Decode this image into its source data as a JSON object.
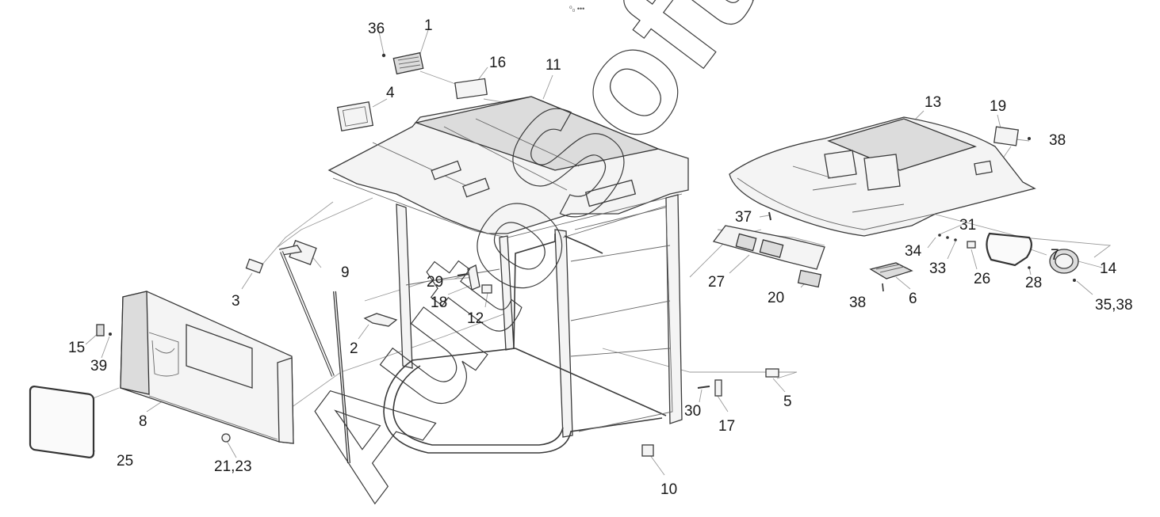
{
  "callouts": [
    {
      "id": "c36",
      "text": "36"
    },
    {
      "id": "c1",
      "text": "1"
    },
    {
      "id": "c16",
      "text": "16"
    },
    {
      "id": "c11",
      "text": "11"
    },
    {
      "id": "c4",
      "text": "4"
    },
    {
      "id": "c13",
      "text": "13"
    },
    {
      "id": "c19",
      "text": "19"
    },
    {
      "id": "c38a",
      "text": "38"
    },
    {
      "id": "c37",
      "text": "37"
    },
    {
      "id": "c31",
      "text": "31"
    },
    {
      "id": "c34",
      "text": "34"
    },
    {
      "id": "c33",
      "text": "33"
    },
    {
      "id": "c7",
      "text": "7"
    },
    {
      "id": "c14",
      "text": "14"
    },
    {
      "id": "c26",
      "text": "26"
    },
    {
      "id": "c28",
      "text": "28"
    },
    {
      "id": "c27",
      "text": "27"
    },
    {
      "id": "c20",
      "text": "20"
    },
    {
      "id": "c38b",
      "text": "38"
    },
    {
      "id": "c6",
      "text": "6"
    },
    {
      "id": "c3538",
      "text": "35,38"
    },
    {
      "id": "c9",
      "text": "9"
    },
    {
      "id": "c3",
      "text": "3"
    },
    {
      "id": "c29",
      "text": "29"
    },
    {
      "id": "c18",
      "text": "18"
    },
    {
      "id": "c12",
      "text": "12"
    },
    {
      "id": "c2",
      "text": "2"
    },
    {
      "id": "c15",
      "text": "15"
    },
    {
      "id": "c39",
      "text": "39"
    },
    {
      "id": "c8",
      "text": "8"
    },
    {
      "id": "c25",
      "text": "25"
    },
    {
      "id": "c2123",
      "text": "21,23"
    },
    {
      "id": "c10",
      "text": "10"
    },
    {
      "id": "c30",
      "text": "30"
    },
    {
      "id": "c17",
      "text": "17"
    },
    {
      "id": "c5",
      "text": "5"
    }
  ],
  "watermark": "AutoSoft",
  "header_hint": "⁰₀ •••"
}
